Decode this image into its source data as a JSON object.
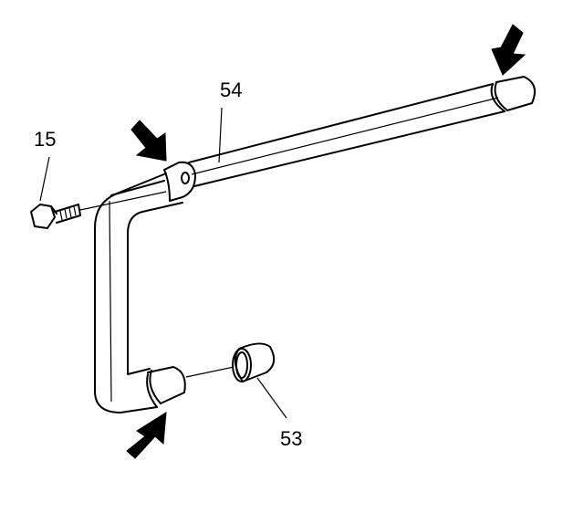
{
  "diagram": {
    "callouts": {
      "bolt": "15",
      "pipe": "54",
      "seal": "53"
    },
    "colors": {
      "line": "#000000",
      "background": "#ffffff"
    }
  }
}
